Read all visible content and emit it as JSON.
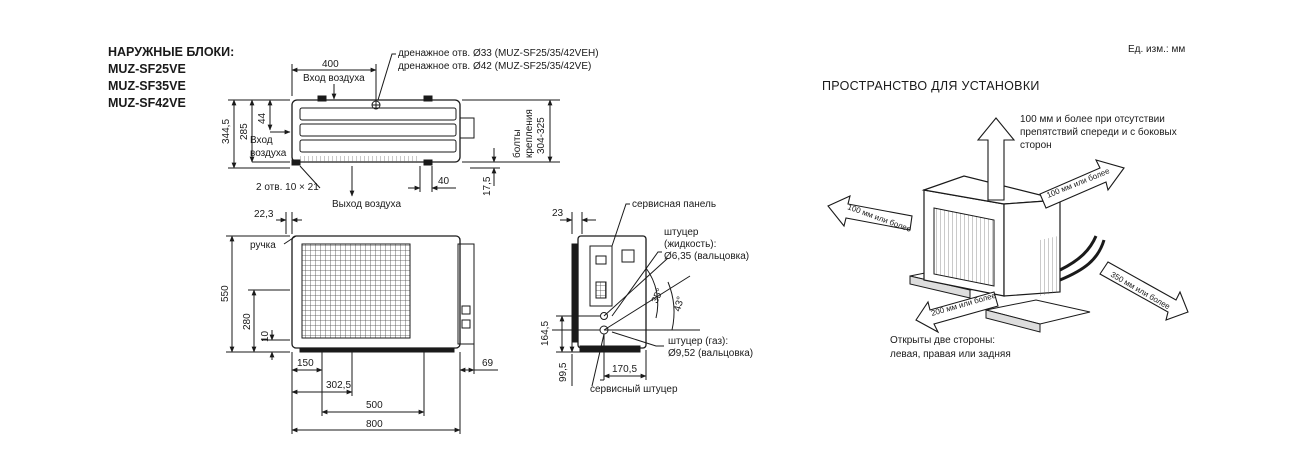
{
  "header": {
    "title_lines": [
      "НАРУЖНЫЕ БЛОКИ:",
      "MUZ-SF25VE",
      "MUZ-SF35VE",
      "MUZ-SF42VE"
    ],
    "unit": "Ед. изм.: мм",
    "install_title": "ПРОСТРАНСТВО ДЛЯ УСТАНОВКИ"
  },
  "top_view": {
    "drain_1": "дренажное отв. Ø33 (MUZ-SF25/35/42VEH)",
    "drain_2": "дренажное отв. Ø42 (MUZ-SF25/35/42VE)",
    "air_in_top": "Вход воздуха",
    "air_in_side_1": "Вход",
    "air_in_side_2": "воздуха",
    "air_out": "Выход воздуха",
    "holes": "2 отв. 10 × 21",
    "bolts_1": "болты",
    "bolts_2": "крепления",
    "bolts_3": "304-325",
    "dim_400": "400",
    "dim_344": "344,5",
    "dim_285": "285",
    "dim_44": "44",
    "dim_40": "40",
    "dim_17": "17,5"
  },
  "front_view": {
    "handle": "ручка",
    "dim_22": "22,3",
    "dim_550": "550",
    "dim_280": "280",
    "dim_10": "10",
    "dim_150": "150",
    "dim_302": "302,5",
    "dim_500": "500",
    "dim_800": "800",
    "dim_69": "69"
  },
  "side_view": {
    "service_panel": "сервисная панель",
    "liquid_1": "штуцер",
    "liquid_2": "(жидкость):",
    "liquid_3": "Ø6,35 (вальцовка)",
    "gas_1": "штуцер (газ):",
    "gas_2": "Ø9,52 (вальцовка)",
    "service_port": "сервисный штуцер",
    "dim_23": "23",
    "dim_164": "164,5",
    "dim_99": "99,5",
    "dim_170": "170,5",
    "angle_35": "35°",
    "angle_43": "43°"
  },
  "install": {
    "front_note_1": "100 мм и более при отсутствии",
    "front_note_2": "препятствий спереди и с боковых",
    "front_note_3": "сторон",
    "left_arrow": "100 мм или более",
    "back_arrow": "100 мм или более",
    "bottom_arrow": "200 мм или более",
    "right_arrow": "350 мм или более",
    "open_note_1": "Открыты две стороны:",
    "open_note_2": "левая, правая или задняя"
  }
}
